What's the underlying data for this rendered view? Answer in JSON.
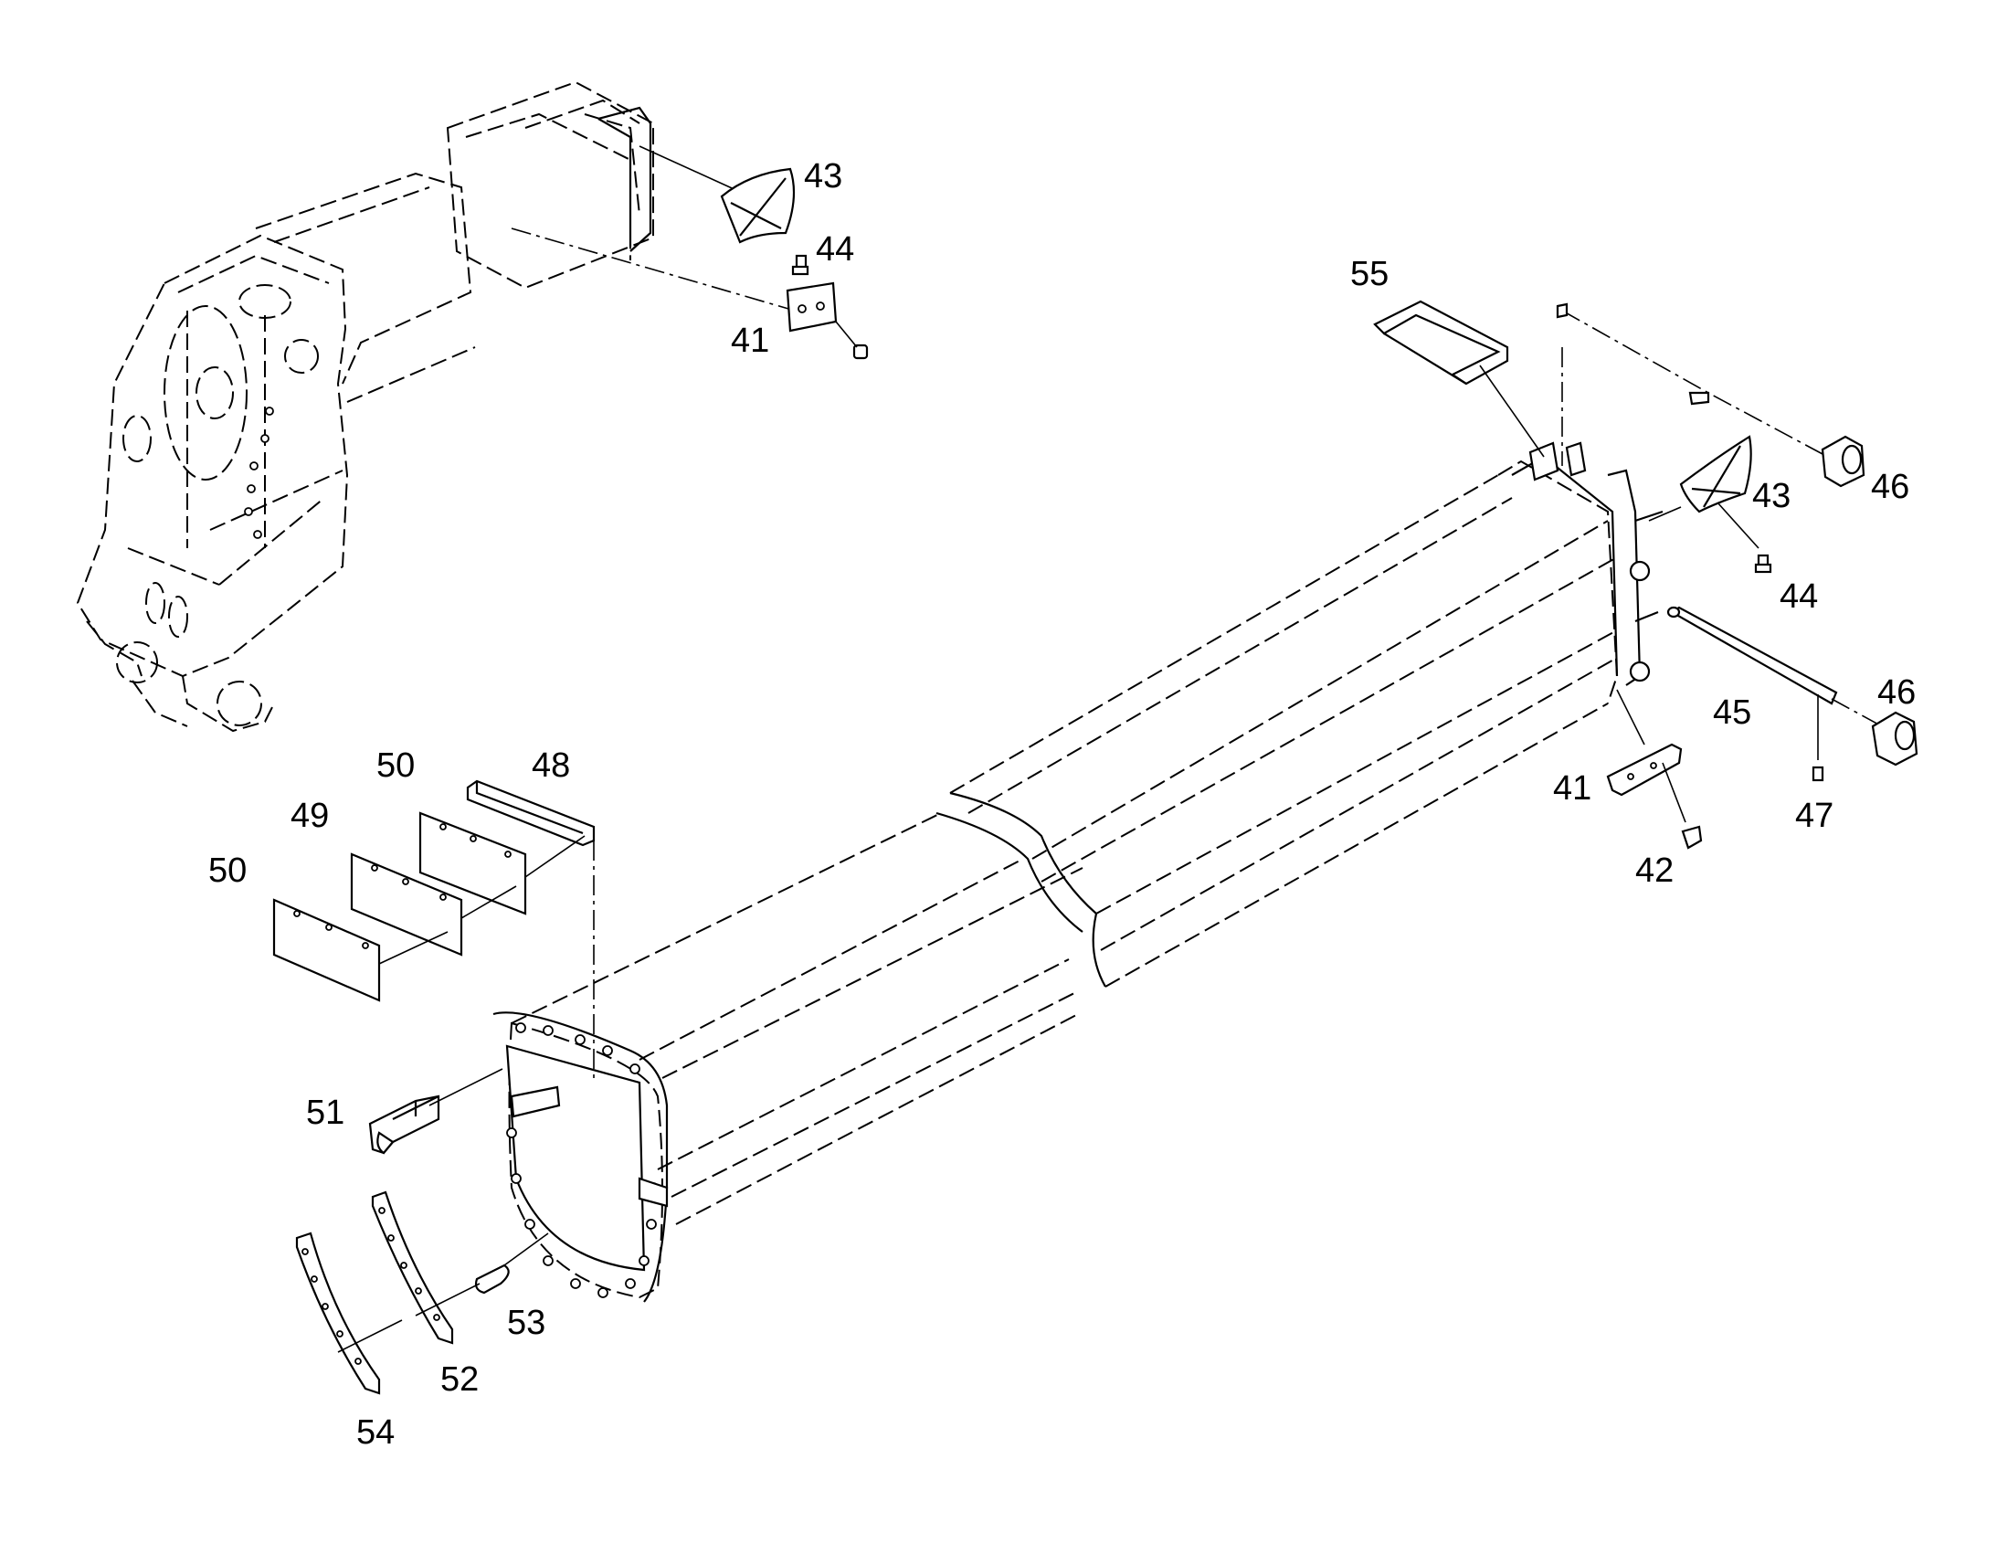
{
  "diagram": {
    "callouts": [
      {
        "id": "c43a",
        "label": "43"
      },
      {
        "id": "c44a",
        "label": "44"
      },
      {
        "id": "c41a",
        "label": "41"
      },
      {
        "id": "c55",
        "label": "55"
      },
      {
        "id": "c46a",
        "label": "46"
      },
      {
        "id": "c43b",
        "label": "43"
      },
      {
        "id": "c44b",
        "label": "44"
      },
      {
        "id": "c46b",
        "label": "46"
      },
      {
        "id": "c45",
        "label": "45"
      },
      {
        "id": "c41b",
        "label": "41"
      },
      {
        "id": "c47",
        "label": "47"
      },
      {
        "id": "c42",
        "label": "42"
      },
      {
        "id": "c50a",
        "label": "50"
      },
      {
        "id": "c48",
        "label": "48"
      },
      {
        "id": "c49",
        "label": "49"
      },
      {
        "id": "c50b",
        "label": "50"
      },
      {
        "id": "c51",
        "label": "51"
      },
      {
        "id": "c53",
        "label": "53"
      },
      {
        "id": "c52",
        "label": "52"
      },
      {
        "id": "c54",
        "label": "54"
      }
    ]
  }
}
